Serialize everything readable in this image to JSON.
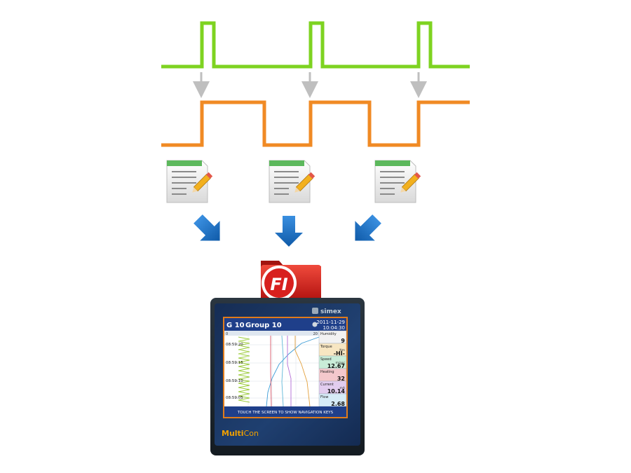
{
  "colors": {
    "trigger_signal": "#7ed321",
    "state_signal": "#f08a24",
    "transfer_arrow": "#1a73c8",
    "down_arrow": "#bfbfbf",
    "folder": "#d8201e",
    "device_body": "#1d2730",
    "screen_bg": "#ffffff",
    "screen_border": "#e07b1a",
    "header_bg": "#1f3f8a"
  },
  "icons": {
    "records": "document-pencil-icon",
    "folder": "red-folder-icon",
    "transfer": "arrow-icon",
    "trigger": "arrow-down-icon"
  },
  "folder_label": "FI",
  "device": {
    "brand": "simex",
    "model_prefix": "Multi",
    "model_suffix": "Con",
    "screen": {
      "group_id": "G 10",
      "group_name": "Group 10",
      "date": "2011-11-29",
      "time": "10:04:30",
      "footer": "TOUCH THE SCREEN TO SHOW NAVIGATION KEYS",
      "scale_left": "0",
      "scale_right": "20",
      "time_labels": [
        "08:59:20",
        "08:59:15",
        "08:59:10",
        "08:59:05"
      ],
      "channels": [
        {
          "name": "Humidity",
          "unit": "",
          "value": "9",
          "color": "#f2f2f2"
        },
        {
          "name": "Torque",
          "unit": "Nm",
          "value": "-HI-",
          "color": "#f7e6c2"
        },
        {
          "name": "Speed",
          "unit": "m/sec",
          "value": "12.67",
          "color": "#c9ecd8"
        },
        {
          "name": "Heating",
          "unit": "",
          "value": "32",
          "color": "#f4c8cc"
        },
        {
          "name": "Current",
          "unit": "mA",
          "value": "10.14",
          "color": "#e2cdef"
        },
        {
          "name": "Flow",
          "unit": "",
          "value": "2.68",
          "color": "#d6ebf7"
        }
      ]
    }
  }
}
